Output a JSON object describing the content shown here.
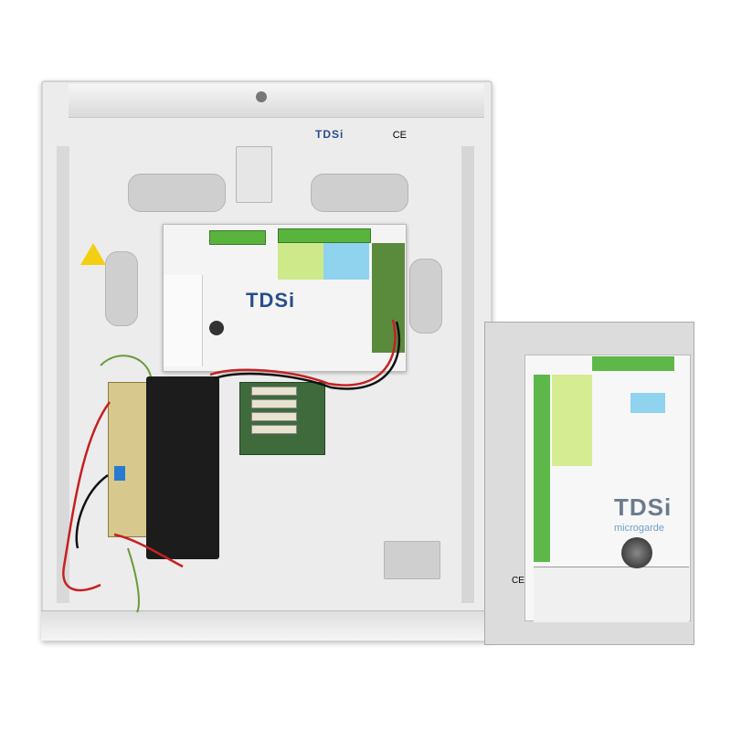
{
  "photo": {
    "enclosure_logo": "TDSi",
    "board_logo": "TDSi",
    "controller_logo": "TDSi",
    "controller_product": "microgarde",
    "certification_mark": "CE",
    "colors": {
      "terminal_green": "#58b43c",
      "label_blue": "#8fd3ee",
      "label_green": "#cde98a",
      "warning_yellow": "#f3cf14"
    }
  }
}
